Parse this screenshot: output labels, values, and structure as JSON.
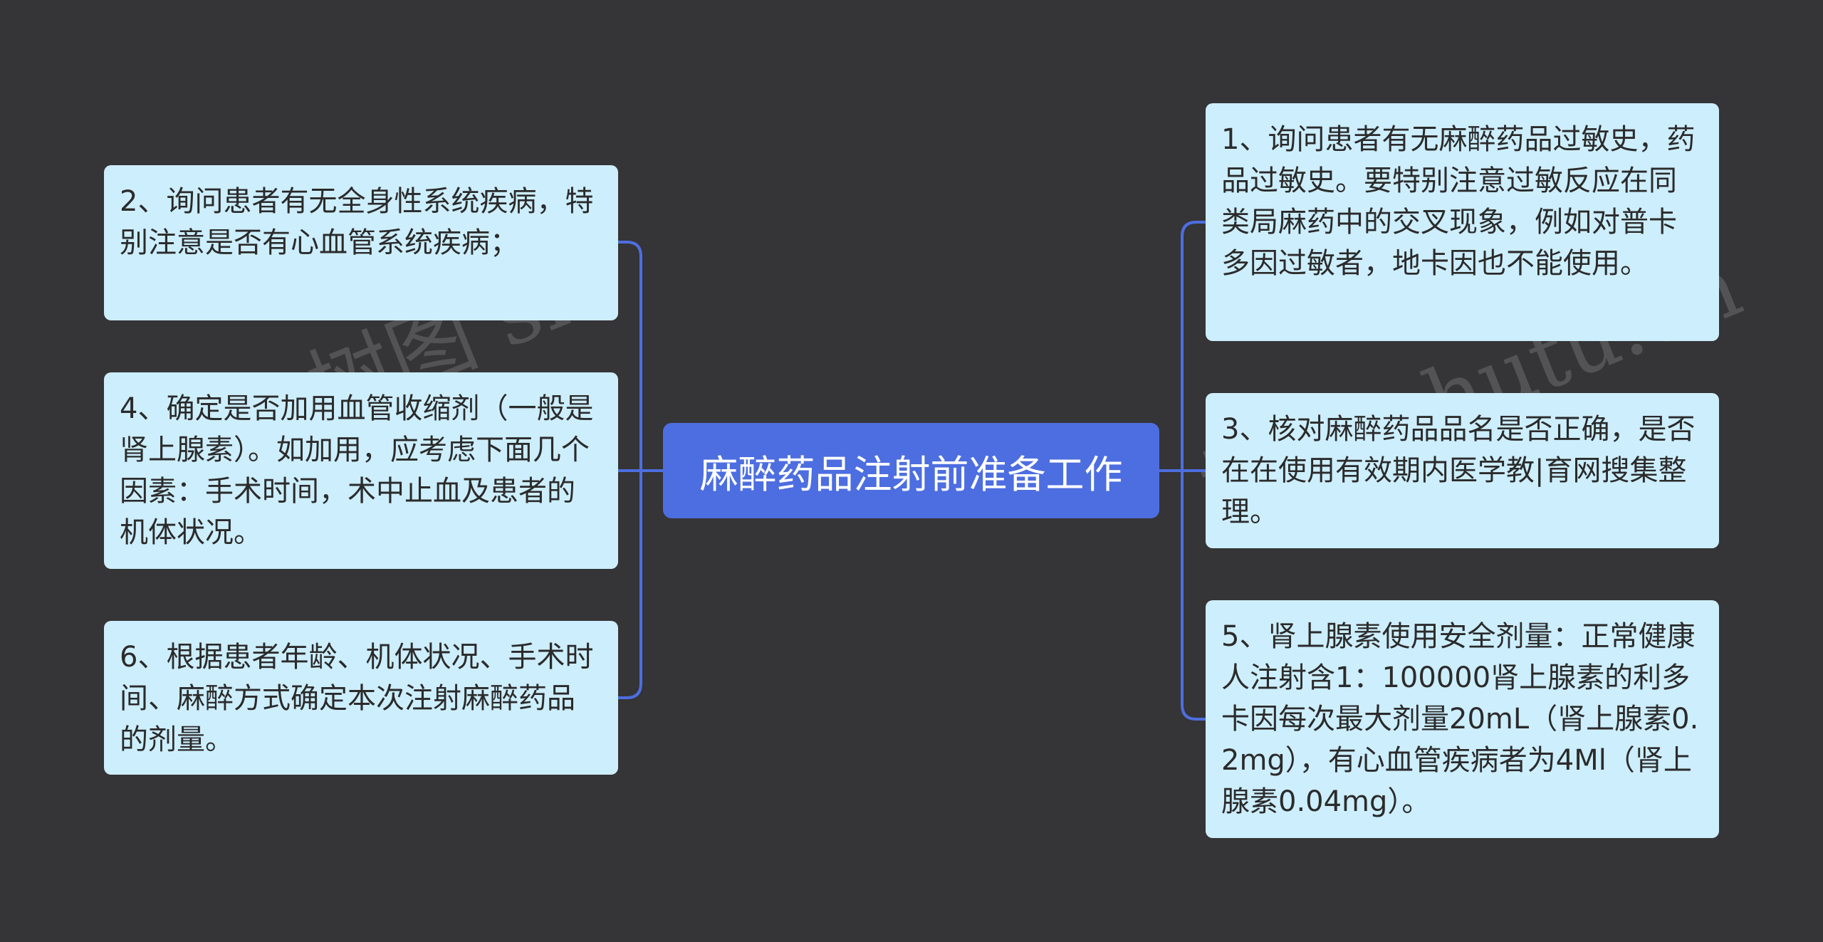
{
  "root": {
    "label": "麻醉药品注射前准备工作"
  },
  "nodes": {
    "n1": "1、询问患者有无麻醉药品过敏史，药品过敏史。要特别注意过敏反应在同类局麻药中的交叉现象，例如对普卡多因过敏者，地卡因也不能使用。",
    "n2": "2、询问患者有无全身性系统疾病，特别注意是否有心血管系统疾病；",
    "n3": "3、核对麻醉药品品名是否正确，是否在在使用有效期内医学教|育网搜集整理。",
    "n4": "4、确定是否加用血管收缩剂（一般是肾上腺素）。如加用，应考虑下面几个因素：手术时间，术中止血及患者的机体状况。",
    "n5": "5、肾上腺素使用安全剂量：正常健康人注射含1：100000肾上腺素的利多卡因每次最大剂量20mL（肾上腺素0.2mg），有心血管疾病者为4Ml（肾上腺素0.04mg）。",
    "n6": "6、根据患者年龄、机体状况、手术时间、麻醉方式确定本次注射麻醉药品的剂量。"
  },
  "colors": {
    "background": "#353436",
    "root_fill": "#4d6ee0",
    "node_fill": "#cdeefc",
    "connector": "#4d6ee0"
  }
}
